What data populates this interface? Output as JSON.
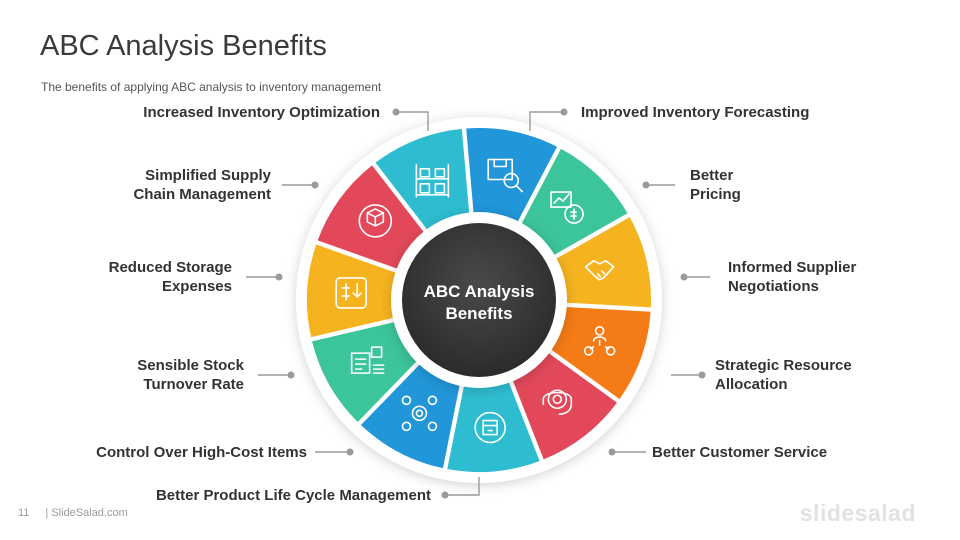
{
  "slide": {
    "title": "ABC Analysis Benefits",
    "subtitle": "The benefits of applying ABC analysis to inventory management",
    "center_label": [
      "ABC Analysis",
      "Benefits"
    ],
    "page_number": "11",
    "source": "| SlideSalad.com",
    "brand": "slidesalad"
  },
  "segments": [
    {
      "color": "#2196d8",
      "icon": "box-search-icon"
    },
    {
      "color": "#3cc49a",
      "icon": "pricing-chart-icon"
    },
    {
      "color": "#f5b41f",
      "icon": "handshake-icon"
    },
    {
      "color": "#f47b16",
      "icon": "team-allocation-icon"
    },
    {
      "color": "#e2485a",
      "icon": "customer-support-icon"
    },
    {
      "color": "#2ebdd0",
      "icon": "product-cycle-icon"
    },
    {
      "color": "#2196d8",
      "icon": "cost-gear-icon"
    },
    {
      "color": "#3cc49a",
      "icon": "stock-turnover-icon"
    },
    {
      "color": "#f5b41f",
      "icon": "storage-expense-icon"
    },
    {
      "color": "#e2485a",
      "icon": "supply-chain-icon"
    },
    {
      "color": "#2ebdd0",
      "icon": "inventory-shelf-icon"
    }
  ],
  "labels": {
    "improved_forecasting": "Improved Inventory Forecasting",
    "better_pricing": [
      "Better",
      "Pricing"
    ],
    "supplier_negotiations": [
      "Informed Supplier",
      "Negotiations"
    ],
    "strategic_allocation": [
      "Strategic Resource",
      "Allocation"
    ],
    "customer_service": "Better Customer Service",
    "product_lifecycle": "Better Product Life Cycle Management",
    "high_cost_control": "Control Over High-Cost Items",
    "stock_turnover": [
      "Sensible Stock",
      "Turnover Rate"
    ],
    "storage_expenses": [
      "Reduced Storage",
      "Expenses"
    ],
    "supply_chain": [
      "Simplified Supply",
      "Chain Management"
    ],
    "inventory_optimization": "Increased Inventory Optimization"
  }
}
